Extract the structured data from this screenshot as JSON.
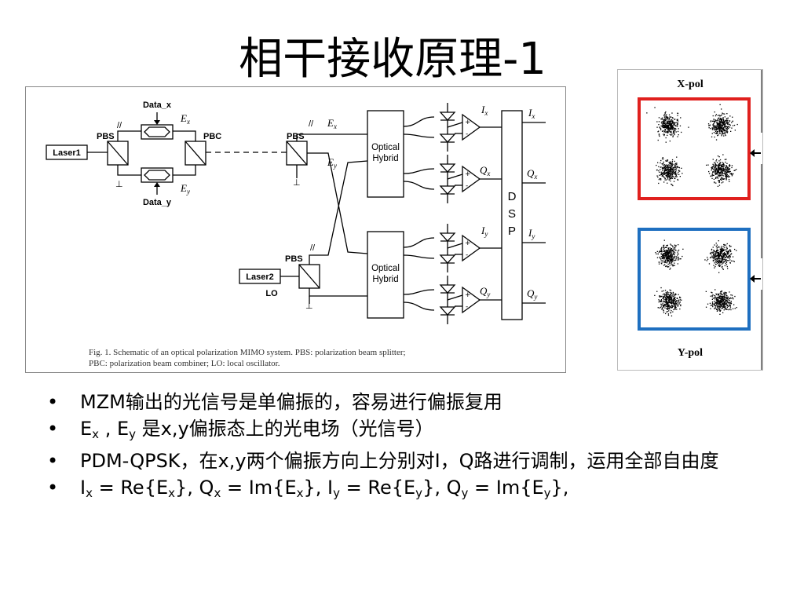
{
  "title": "相干接收原理-1",
  "schematic": {
    "labels": {
      "laser1": "Laser1",
      "laser2": "Laser2",
      "lo": "LO",
      "pbs_tx": "PBS",
      "pbc": "PBC",
      "pbs_rx_top": "PBS",
      "pbs_rx_bottom": "PBS",
      "data_x": "Data_x",
      "data_y": "Data_y",
      "ex": "E",
      "ex_sub": "x",
      "ey": "E",
      "ey_sub": "y",
      "ex_prime": "E",
      "ex_prime_sub": "x",
      "ey_prime": "E",
      "ey_prime_sub": "y",
      "hybrid_top_line1": "Optical",
      "hybrid_top_line2": "Hybrid",
      "hybrid_bottom_line1": "Optical",
      "hybrid_bottom_line2": "Hybrid",
      "dsp_d": "D",
      "dsp_s": "S",
      "dsp_p": "P",
      "in_ix": "I",
      "in_ix_sub": "x",
      "in_qx": "Q",
      "in_qx_sub": "x",
      "in_iy": "I",
      "in_iy_sub": "y",
      "in_qy": "Q",
      "in_qy_sub": "y",
      "out_ix": "I",
      "out_ix_sub": "x",
      "out_qx": "Q",
      "out_qx_sub": "x",
      "out_iy": "I",
      "out_iy_sub": "y",
      "out_qy": "Q",
      "out_qy_sub": "y",
      "parallel": "//",
      "perp": "⊥"
    },
    "caption_line1": "Fig. 1. Schematic of an optical polarization MIMO system. PBS: polarization beam splitter;",
    "caption_line2": "PBC: polarization beam combiner; LO: local oscillator."
  },
  "constellation": {
    "xpol_label": "X-pol",
    "ypol_label": "Y-pol",
    "xpol_color": "#e0201e",
    "ypol_color": "#1e6fc0"
  },
  "bullets": {
    "b1": "MZM输出的光信号是单偏振的，容易进行偏振复用",
    "b2_e1": "E",
    "b2_s1": "x",
    "b2_sep": " , E",
    "b2_s2": "y",
    "b2_rest": " 是x,y偏振态上的光电场（光信号）",
    "b3": "PDM-QPSK，在x,y两个偏振方向上分别对I，Q路进行调制，运用全部自由度",
    "b4_p1": "I",
    "b4_s1": "x",
    "b4_p2": " = Re{E",
    "b4_s2": "x",
    "b4_p3": "},  Q",
    "b4_s3": "x",
    "b4_p4": " = Im{E",
    "b4_s4": "x",
    "b4_p5": "},  I",
    "b4_s5": "y",
    "b4_p6": " = Re{E",
    "b4_s6": "y",
    "b4_p7": "},  Q",
    "b4_s7": "y",
    "b4_p8": " = Im{E",
    "b4_s8": "y",
    "b4_p9": "},"
  }
}
